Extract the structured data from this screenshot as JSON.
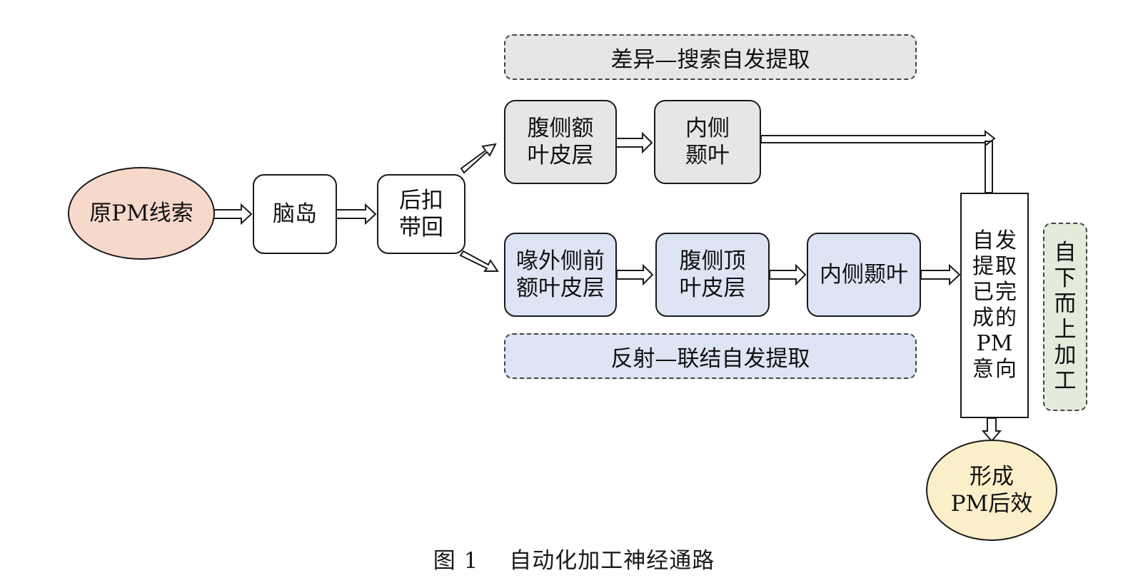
{
  "nodes": {
    "cue": "原PM线索",
    "insula": "脑岛",
    "pcc": [
      "后扣",
      "带回"
    ],
    "vlpfc": [
      "腹侧额",
      "叶皮层"
    ],
    "mtl_top": [
      "内侧",
      "颞叶"
    ],
    "dlpfc": [
      "喙外侧前",
      "额叶皮层"
    ],
    "vpc": [
      "腹侧顶",
      "叶皮层"
    ],
    "mtl_bottom": "内侧颞叶",
    "retrieval": [
      "自",
      "发",
      "提",
      "取",
      "已",
      "完",
      "成",
      "的",
      "PM",
      "意",
      "向"
    ],
    "effect": [
      "形成",
      "PM后效"
    ]
  },
  "bands": {
    "top": "差异—搜索自发提取",
    "bottom": "反射—联结自发提取",
    "side": [
      "自",
      "下",
      "而",
      "上",
      "加",
      "工"
    ]
  },
  "caption": "图 1　 自动化加工神经通路",
  "colors": {
    "gray": "#e6e6e6",
    "blue": "#dde4f4",
    "peach": "#f7d9cc",
    "cream": "#fbefca",
    "green": "#e3ecda"
  }
}
